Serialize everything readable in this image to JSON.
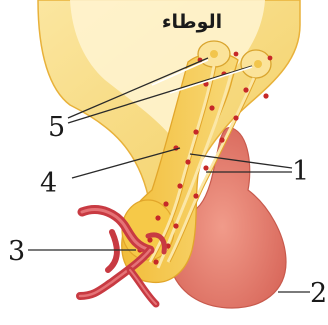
{
  "title": "الوطاء",
  "labels": {
    "l1": "1",
    "l2": "2",
    "l3": "3",
    "l4": "4",
    "l5": "5"
  },
  "colors": {
    "hypothalamus": "#f7d77a",
    "tract": "#f4c64a",
    "anterior_pituitary": "#ec8878",
    "vessel": "#c83a42",
    "neuron_body": "#fbe39a",
    "granule": "#c62828"
  }
}
